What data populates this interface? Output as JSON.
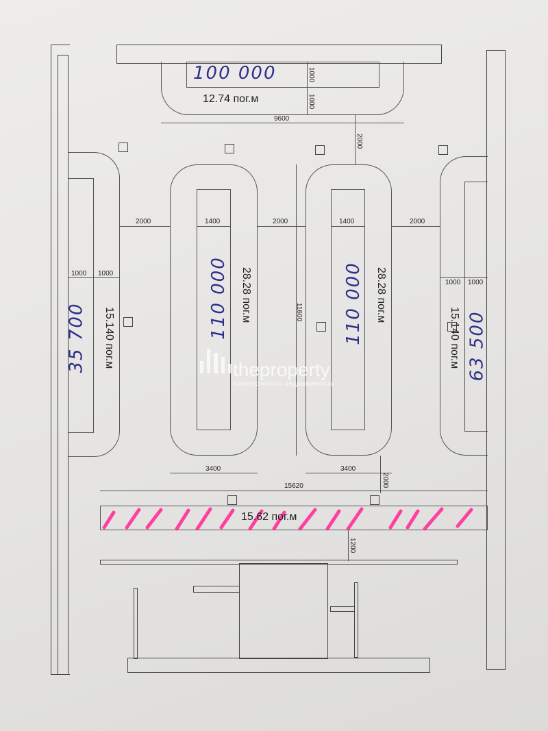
{
  "top_counter": {
    "handwritten_value": "100 000",
    "dim_a": "1000",
    "dim_b": "1000",
    "length_label": "12.74 пог.м",
    "width_dim": "9600",
    "gap_dim": "2000"
  },
  "gaps": {
    "left": "2000",
    "middle": "2000",
    "right": "2000"
  },
  "left_counter": {
    "dim_a": "1000",
    "dim_b": "1000",
    "length_label": "15.140 пог.м",
    "handwritten_value": "35 700"
  },
  "island_1": {
    "width_dim": "1400",
    "length_label": "28.28 пог.м",
    "handwritten_value": "110 000",
    "bottom_dim": "3400"
  },
  "island_2": {
    "width_dim": "1400",
    "length_label": "28.28 пог.м",
    "handwritten_value": "110 000",
    "bottom_dim": "3400",
    "height_dim": "11600"
  },
  "right_counter": {
    "dim_a": "1000",
    "dim_b": "1000",
    "length_label": "15.140 пог.м",
    "handwritten_value": "63 500"
  },
  "bottom_counter": {
    "width_dim": "15620",
    "gap_dim": "2000",
    "length_label": "15.62 пог.м",
    "rear_dim": "1200",
    "highlight_color": "#ff3fa0"
  },
  "watermark": {
    "brand": "theproperty",
    "tagline": "коммерческая недвижимость"
  }
}
